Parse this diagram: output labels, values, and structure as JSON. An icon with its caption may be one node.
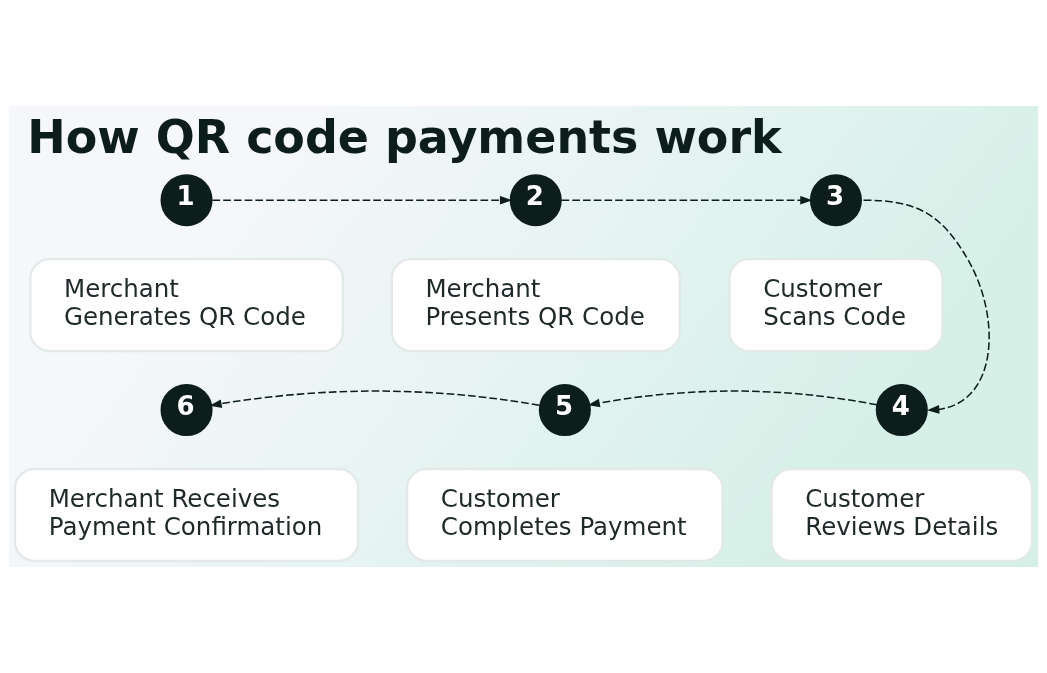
{
  "diagram": {
    "title": "How QR code payments work",
    "nodes": [
      {
        "text": [
          "1"
        ]
      },
      {
        "text": [
          "Merchant Generates QR Code"
        ]
      },
      {
        "text": [
          "2"
        ]
      },
      {
        "text": [
          "Merchant Presents QR Code"
        ]
      },
      {
        "text": [
          "3"
        ]
      },
      {
        "text": [
          "Customer Scans Code"
        ]
      },
      {
        "text": [
          "4"
        ]
      },
      {
        "text": [
          "Customer Reviews Details"
        ]
      },
      {
        "text": [
          "5"
        ]
      },
      {
        "text": [
          "Customer Completes Payment"
        ]
      },
      {
        "text": [
          "6"
        ]
      },
      {
        "text": [
          "Merchant Receives Payment Confirmation"
        ]
      }
    ],
    "edges": [
      {
        "from": 0,
        "to": 2,
        "arrow": "to",
        "style": "dashed"
      },
      {
        "from": 2,
        "to": 4,
        "arrow": "to",
        "style": "dashed"
      },
      {
        "from": 4,
        "to": 6,
        "arrow": "to",
        "style": "dashed"
      },
      {
        "from": 6,
        "to": 8,
        "arrow": "to",
        "style": "dashed"
      },
      {
        "from": 8,
        "to": 10,
        "arrow": "to",
        "style": "dashed"
      }
    ]
  }
}
